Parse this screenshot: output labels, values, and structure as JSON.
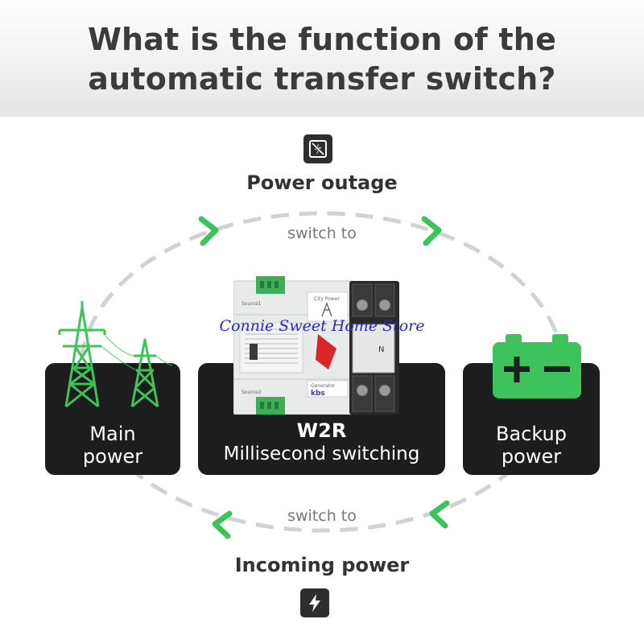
{
  "title": {
    "line1": "What is the function of the",
    "line2": "automatic transfer switch?"
  },
  "top_event": {
    "icon": "power-outage-icon",
    "label": "Power outage",
    "switch_label": "switch to"
  },
  "bottom_event": {
    "icon": "lightning-bolt-icon",
    "label": "Incoming power",
    "switch_label": "switch to"
  },
  "cards": {
    "left": {
      "line1": "Main",
      "line2": "power",
      "icon": "transmission-tower-icon"
    },
    "center": {
      "model": "W2R",
      "subtitle": "Millisecond switching",
      "image": "transfer-switch-device"
    },
    "right": {
      "line1": "Backup",
      "line2": "power",
      "icon": "battery-icon"
    }
  },
  "device_labels": {
    "city_power": "City Power",
    "generator": "Generator",
    "source1": "Source1",
    "source2": "Source2",
    "brand": "kbs",
    "side_letter": "N"
  },
  "watermark": "Connie Sweet Home Store",
  "colors": {
    "accent_green": "#3ec25c",
    "card_bg": "#1d1d1d",
    "dashes": "#d2d2d2",
    "watermark": "#2828c8",
    "device_red": "#d8262a"
  }
}
